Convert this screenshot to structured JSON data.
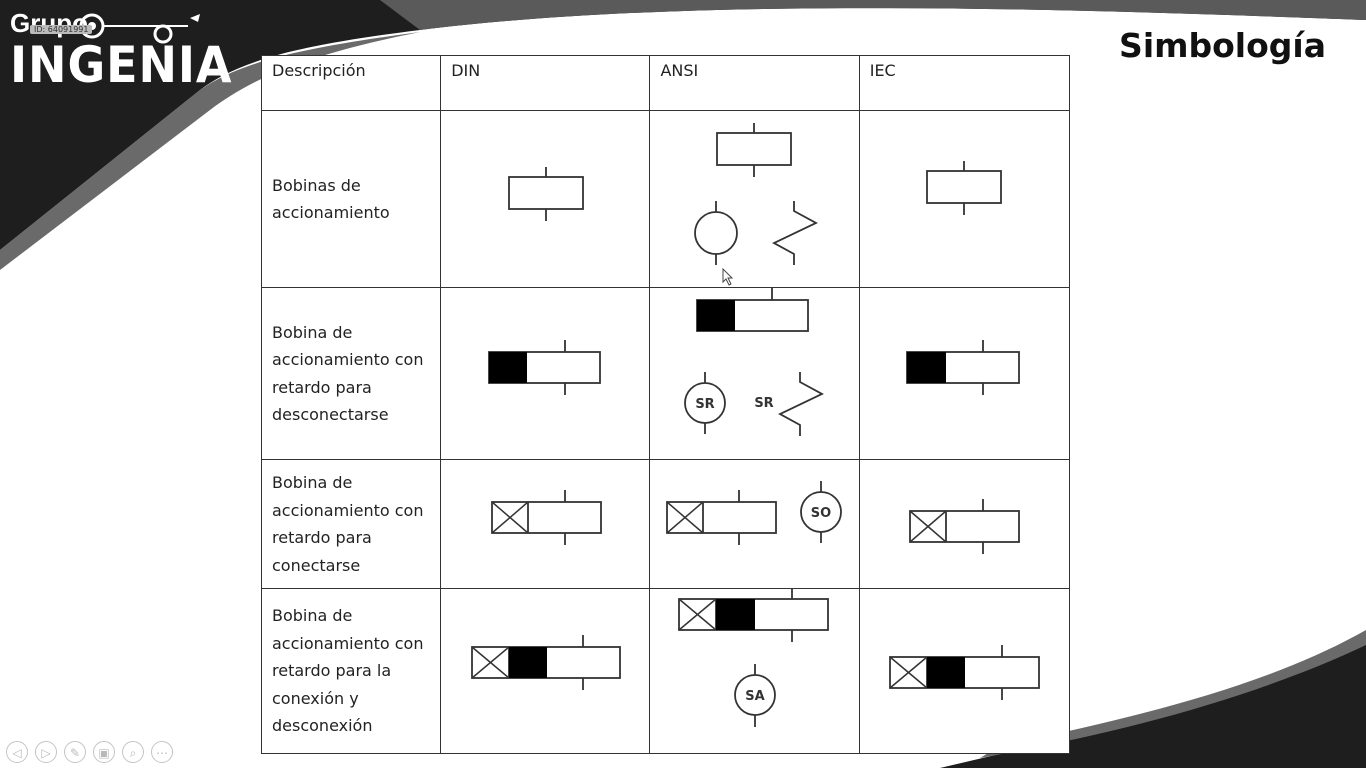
{
  "logo": {
    "top": "Grupo",
    "main": "INGENIA",
    "id_badge": "ID: 64091991"
  },
  "slide": {
    "title": "Simbología"
  },
  "table": {
    "headers": [
      "Descripción",
      "DIN",
      "ANSI",
      "IEC"
    ],
    "rows": [
      {
        "desc": [
          "Bobinas de",
          "accionamiento"
        ]
      },
      {
        "desc": [
          "Bobina de",
          "accionamiento con",
          "retardo para",
          "desconectarse"
        ]
      },
      {
        "desc": [
          "Bobina de",
          "accionamiento con",
          "retardo para",
          "conectarse"
        ]
      },
      {
        "desc": [
          "Bobina de",
          "accionamiento con",
          "retardo para la",
          "conexión y",
          "desconexión"
        ]
      }
    ],
    "symbol_labels": {
      "sr": "SR",
      "so": "SO",
      "sa": "SA"
    }
  },
  "colors": {
    "dark_band": "#1e1e1e",
    "gray_band": "#5a5a5a",
    "line": "#333333"
  },
  "controls": [
    "prev-icon",
    "next-icon",
    "pen-icon",
    "slides-icon",
    "zoom-icon",
    "more-icon"
  ]
}
